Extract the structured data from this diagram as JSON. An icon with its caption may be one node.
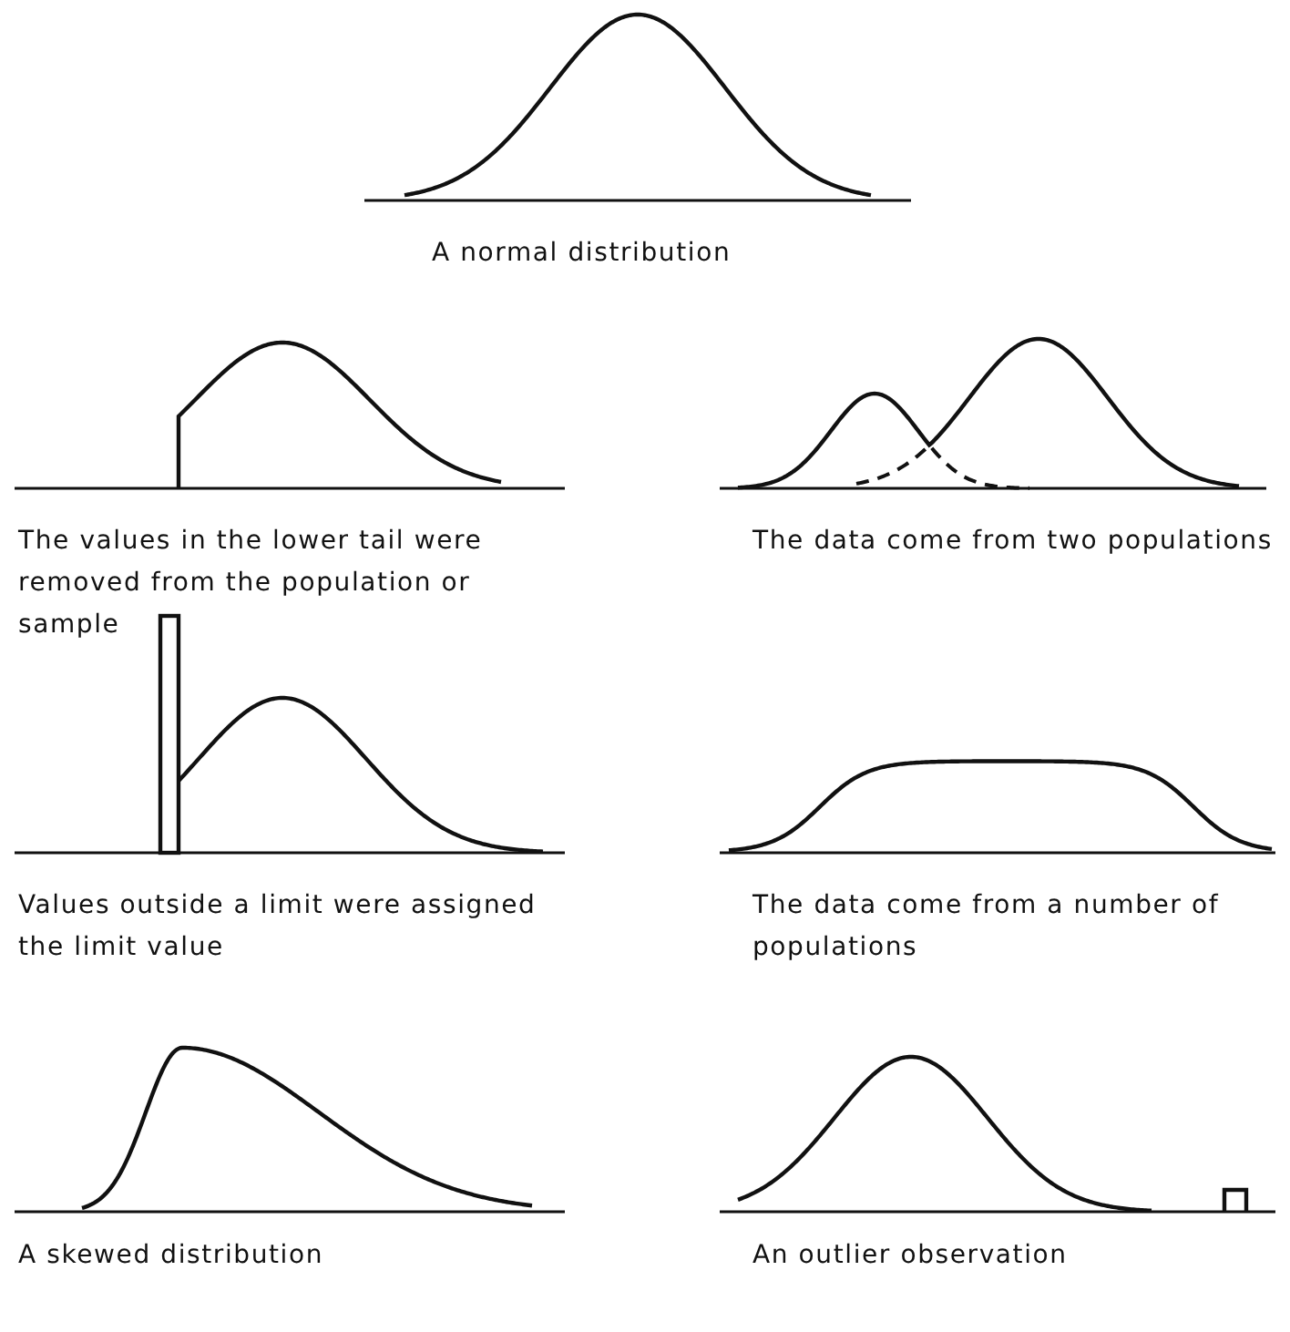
{
  "diagram": {
    "labels": [
      "A normal distribution",
      "The values in the lower tail were removed from the population or sample",
      "The data come from two populations",
      "Values outside a limit were assigned the limit value",
      "The data come from a number of populations",
      "A skewed distribution",
      "An outlier observation"
    ]
  }
}
